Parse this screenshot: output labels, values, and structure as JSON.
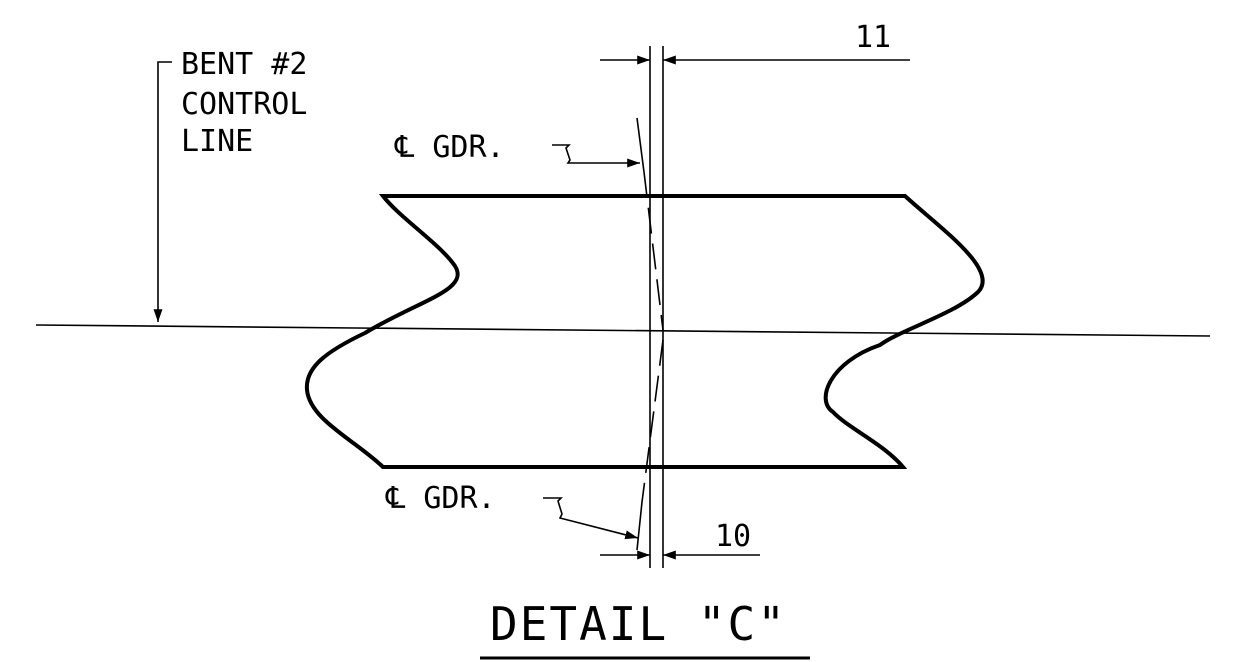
{
  "drawing": {
    "control_line_label": [
      "BENT #2",
      "CONTROL",
      "LINE"
    ],
    "girder_label_top": "℄ GDR.",
    "girder_label_bottom": "℄ GDR.",
    "dimension_top": "11",
    "dimension_bottom": "10",
    "title": "DETAIL \"C\"",
    "line_color": "#000000",
    "background": "#ffffff"
  }
}
